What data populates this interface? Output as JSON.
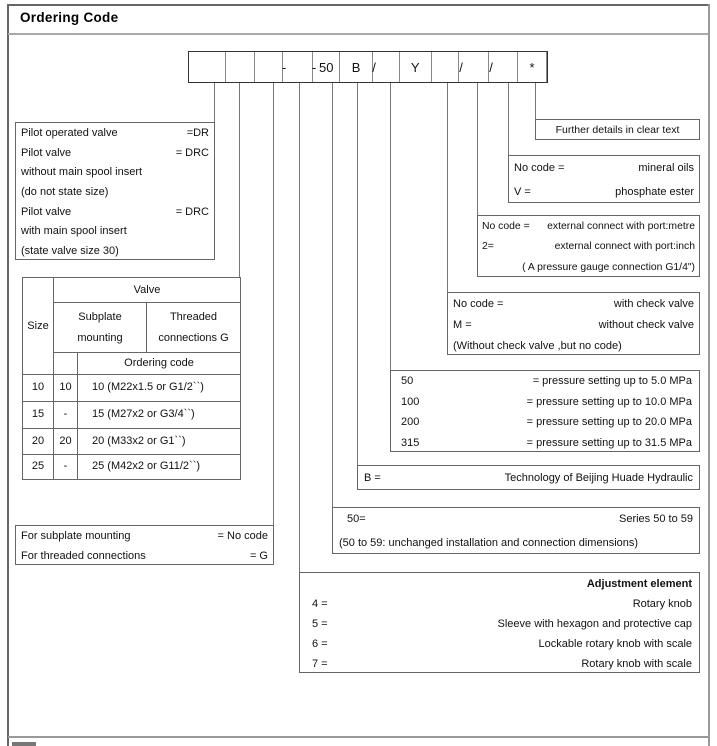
{
  "page": {
    "title": "Ordering Code"
  },
  "code_row": {
    "cells": [
      "",
      "",
      "",
      "",
      "50",
      "B",
      "",
      "Y",
      "",
      "",
      "",
      "*"
    ],
    "separators": [
      {
        "char": "-"
      },
      {
        "char": "-"
      },
      {
        "char": "/"
      },
      {
        "char": "/"
      },
      {
        "char": "/"
      }
    ]
  },
  "boxes": {
    "pilot": {
      "rows": [
        {
          "l": "Pilot operated valve",
          "r": "=DR"
        },
        {
          "l": "Pilot valve",
          "r": "= DRC"
        },
        {
          "l": "without main spool insert",
          "r": ""
        },
        {
          "l": "(do not state size)",
          "r": ""
        },
        {
          "l": "Pilot valve",
          "r": "= DRC"
        },
        {
          "l": "with main spool insert",
          "r": ""
        },
        {
          "l": "(state valve size 30)",
          "r": ""
        }
      ]
    },
    "size_table": {
      "header_size": "Size",
      "header_valve": "Valve",
      "header_subplate": "Subplate\nmounting",
      "header_threaded": "Threaded\nconnections G",
      "header_ordering": "Ordering code",
      "rows": [
        {
          "size": "10",
          "subplate": "10",
          "threaded": "10  (M22x1.5 or G1/2``)"
        },
        {
          "size": "15",
          "subplate": "-",
          "threaded": "15  (M27x2 or G3/4``)"
        },
        {
          "size": "20",
          "subplate": "20",
          "threaded": "20  (M33x2 or G1``)"
        },
        {
          "size": "25",
          "subplate": "-",
          "threaded": "25  (M42x2 or G11/2``)"
        }
      ]
    },
    "mounting": {
      "rows": [
        {
          "l": "For subplate mounting",
          "r": "= No code"
        },
        {
          "l": "For threaded connections",
          "r": "= G"
        }
      ]
    },
    "adjustment": {
      "title": "Adjustment element",
      "rows": [
        {
          "l": "4 =",
          "r": "Rotary knob"
        },
        {
          "l": "5 =",
          "r": "Sleeve with hexagon and protective cap"
        },
        {
          "l": "6 =",
          "r": "Lockable rotary knob with scale"
        },
        {
          "l": "7 =",
          "r": "Rotary knob with scale"
        }
      ]
    },
    "series": {
      "code": "50=",
      "label": "Series 50 to 59",
      "note": "(50 to 59: unchanged installation and connection dimensions)"
    },
    "brand": {
      "code": "B =",
      "label": "Technology of Beijing Huade Hydraulic"
    },
    "pressure": {
      "rows": [
        {
          "l": "50",
          "r": "= pressure setting up to 5.0 MPa"
        },
        {
          "l": "100",
          "r": "= pressure setting up to 10.0 MPa"
        },
        {
          "l": "200",
          "r": "= pressure setting up to 20.0 MPa"
        },
        {
          "l": "315",
          "r": "= pressure setting up to 31.5 MPa"
        }
      ]
    },
    "check_valve": {
      "rows": [
        {
          "l": "No code =",
          "r": "with check valve"
        },
        {
          "l": "M =",
          "r": "without check valve"
        }
      ],
      "note": "(Without check valve ,but no code)"
    },
    "gauge_port": {
      "rows": [
        {
          "l": "No code =",
          "r": "external connect with port:metre"
        },
        {
          "l": "2=",
          "r": "external connect with port:inch"
        }
      ],
      "note": "( A pressure gauge connection  G1/4\")"
    },
    "fluid": {
      "rows": [
        {
          "l": "No code =",
          "r": "mineral oils"
        },
        {
          "l": "V =",
          "r": "phosphate ester"
        }
      ]
    },
    "further": {
      "text": "Further details in clear text"
    }
  }
}
